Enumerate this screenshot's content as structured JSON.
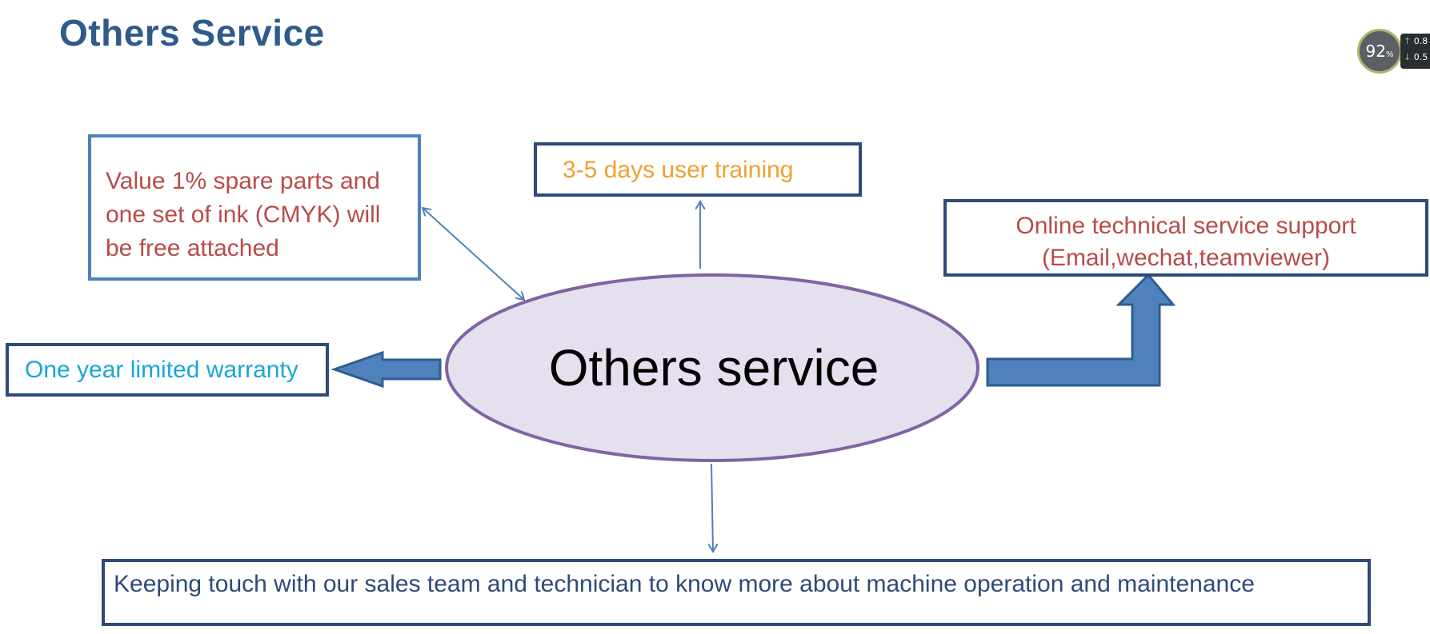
{
  "slide": {
    "title": "Others Service",
    "center": "Others service",
    "items": {
      "spare_parts": "Value 1% spare parts and one set of ink (CMYK) will be free attached",
      "training": "3-5 days user training",
      "online_line1": "Online technical service support",
      "online_line2": "(Email,wechat,teamviewer)",
      "warranty": "One year limited warranty",
      "keeping_touch": "Keeping touch with our sales team and technician to know more about machine operation and maintenance"
    }
  },
  "overlay": {
    "percent": "92",
    "percent_unit": "%",
    "up_value": "0.8",
    "down_value": "0.5"
  },
  "colors": {
    "title": "#2f5a8c",
    "ellipse_fill": "#e6dfee",
    "ellipse_stroke": "#8064a2",
    "arrow_fill": "#4f81bd",
    "box_border": "#2e4a7a",
    "spare_text": "#b94b4b",
    "training_text": "#f0a030",
    "warranty_text": "#1aa6d9"
  }
}
